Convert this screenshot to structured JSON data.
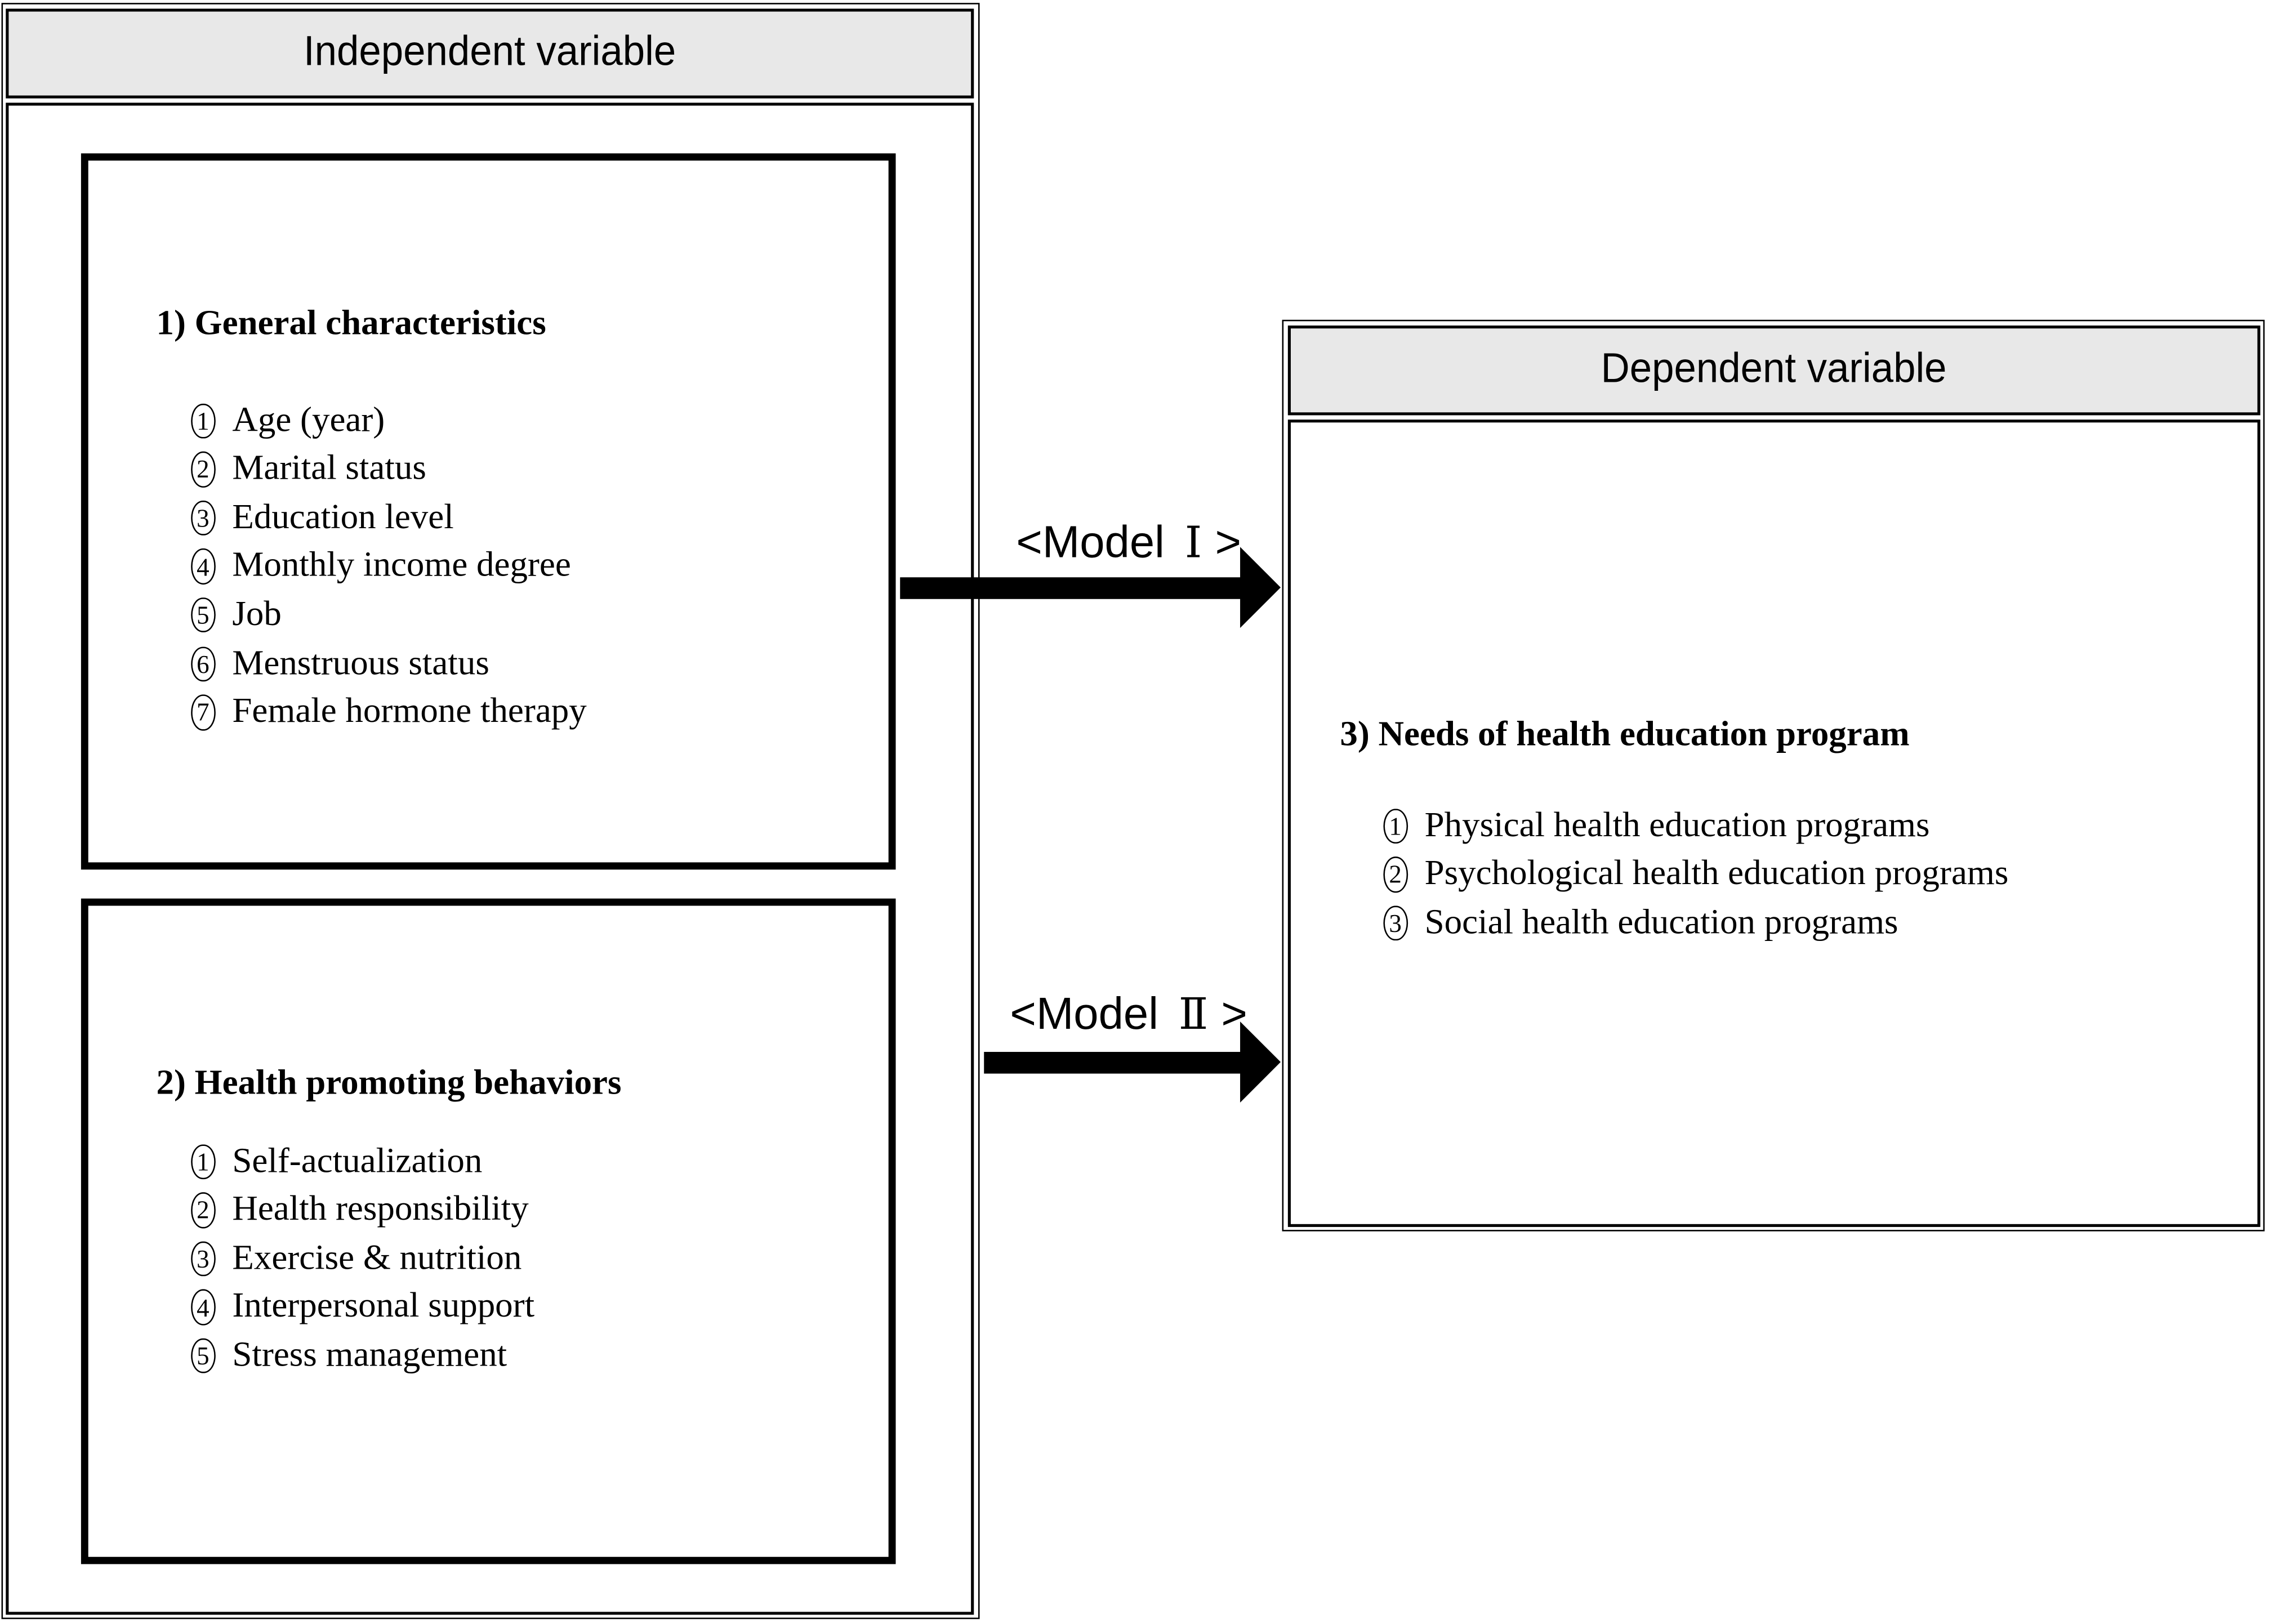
{
  "independent": {
    "header_label": "Independent variable",
    "box1": {
      "title": "1) General characteristics",
      "items": [
        {
          "num": "1",
          "label": "Age (year)"
        },
        {
          "num": "2",
          "label": "Marital status"
        },
        {
          "num": "3",
          "label": "Education level"
        },
        {
          "num": "4",
          "label": "Monthly income degree"
        },
        {
          "num": "5",
          "label": "Job"
        },
        {
          "num": "6",
          "label": "Menstruous status"
        },
        {
          "num": "7",
          "label": "Female hormone therapy"
        }
      ]
    },
    "box2": {
      "title": "2) Health promoting behaviors",
      "items": [
        {
          "num": "1",
          "label": "Self-actualization"
        },
        {
          "num": "2",
          "label": "Health responsibility"
        },
        {
          "num": "3",
          "label": "Exercise & nutrition"
        },
        {
          "num": "4",
          "label": "Interpersonal support"
        },
        {
          "num": "5",
          "label": "Stress management"
        }
      ]
    }
  },
  "dependent": {
    "header_label": "Dependent variable",
    "box3": {
      "title": "3) Needs of health education program",
      "items": [
        {
          "num": "1",
          "label": "Physical health education programs"
        },
        {
          "num": "2",
          "label": "Psychological health education programs"
        },
        {
          "num": "3",
          "label": "Social health education programs"
        }
      ]
    }
  },
  "arrows": {
    "model1": {
      "prefix": "<Model",
      "numeral": "Ⅰ",
      "suffix": ">"
    },
    "model2": {
      "prefix": "<Model",
      "numeral": "Ⅱ",
      "suffix": ">"
    }
  },
  "colors": {
    "header_bg": "#e8e8e8",
    "border": "#000000",
    "arrow": "#000000",
    "canvas_bg": "#ffffff"
  }
}
